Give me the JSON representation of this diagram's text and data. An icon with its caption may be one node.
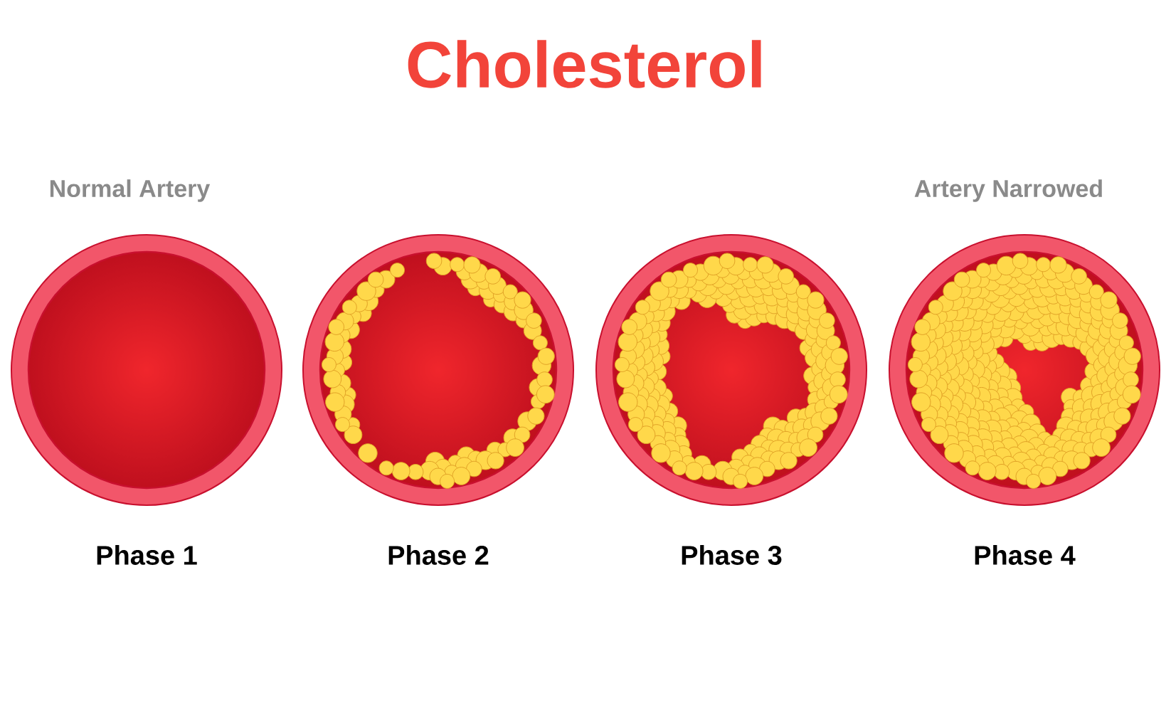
{
  "diagram": {
    "title": "Cholesterol",
    "labels": [
      "Normal Artery",
      "Artery Narrowed",
      "Phase 1",
      "Phase 2",
      "Phase 3",
      "Phase 4"
    ]
  }
}
